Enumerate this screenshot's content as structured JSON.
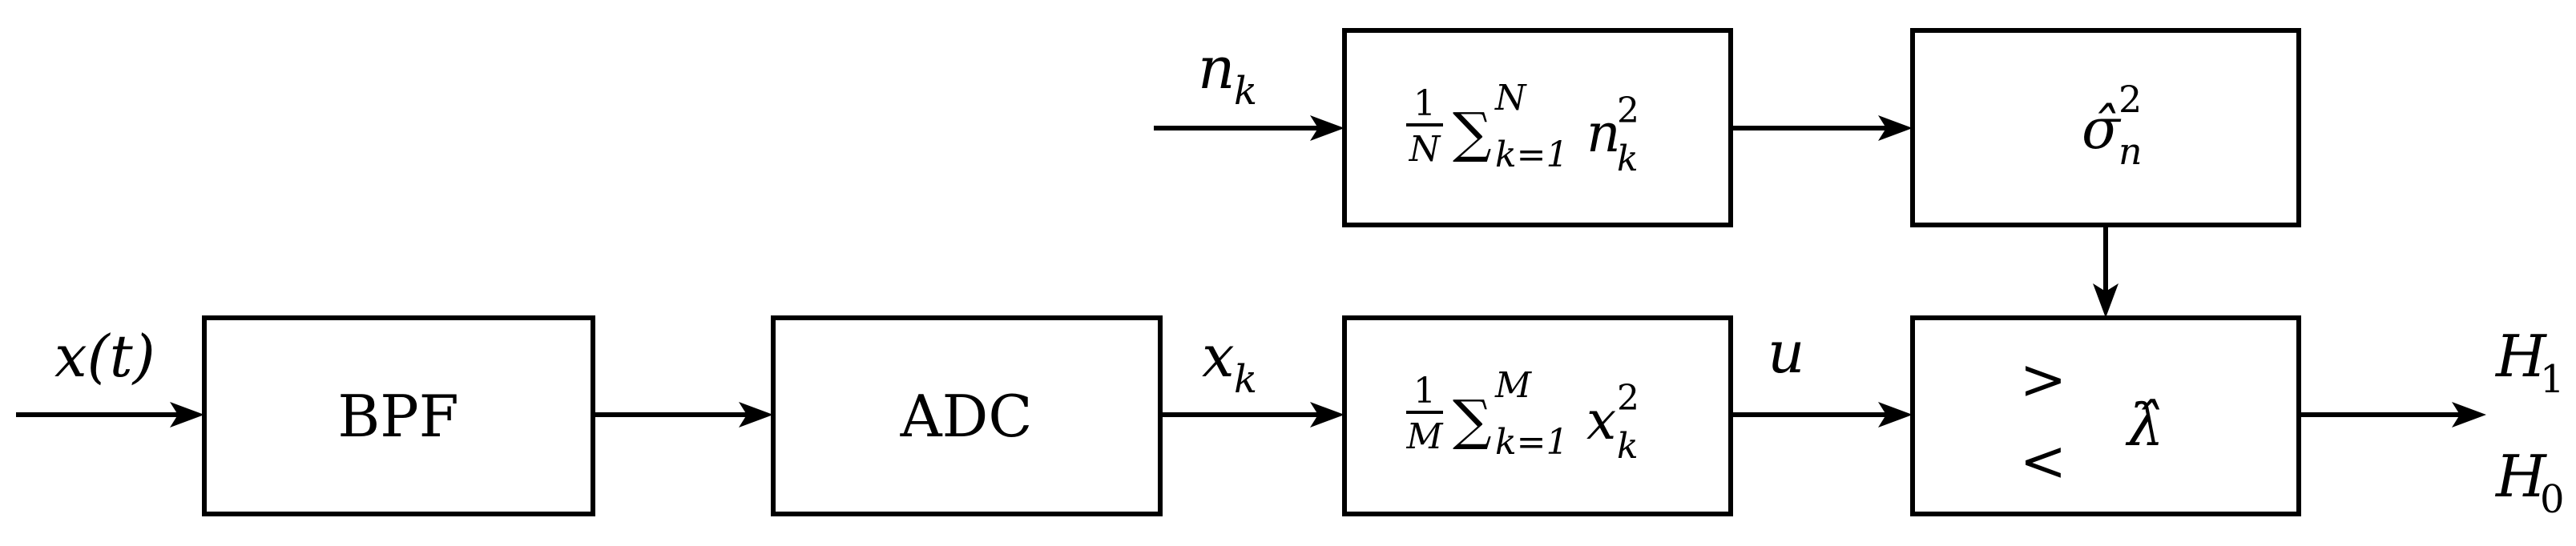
{
  "diagram": {
    "blocks": {
      "bpf": "BPF",
      "adc": "ADC",
      "noise_estimator": {
        "frac_num": "1",
        "frac_den": "N",
        "sum_symbol": "∑",
        "upper_limit": "N",
        "lower_limit": "k=1",
        "term": "n",
        "term_sub": "k",
        "term_sup": "2"
      },
      "signal_energy": {
        "frac_num": "1",
        "frac_den": "M",
        "sum_symbol": "∑",
        "upper_limit": "M",
        "lower_limit": "k=1",
        "term": "x",
        "term_sub": "k",
        "term_sup": "2"
      },
      "noise_variance": {
        "symbol": "σ̂",
        "sub": "n",
        "sup": "2"
      },
      "comparator": {
        "greater": ">",
        "less": "<",
        "threshold": "λ̂"
      }
    },
    "signals": {
      "input": "x(t)",
      "noise_input_base": "n",
      "noise_input_sub": "k",
      "sampled_base": "x",
      "sampled_sub": "k",
      "statistic": "u",
      "output_h1_base": "H",
      "output_h1_sub": "1",
      "output_h0_base": "H",
      "output_h0_sub": "0"
    }
  }
}
